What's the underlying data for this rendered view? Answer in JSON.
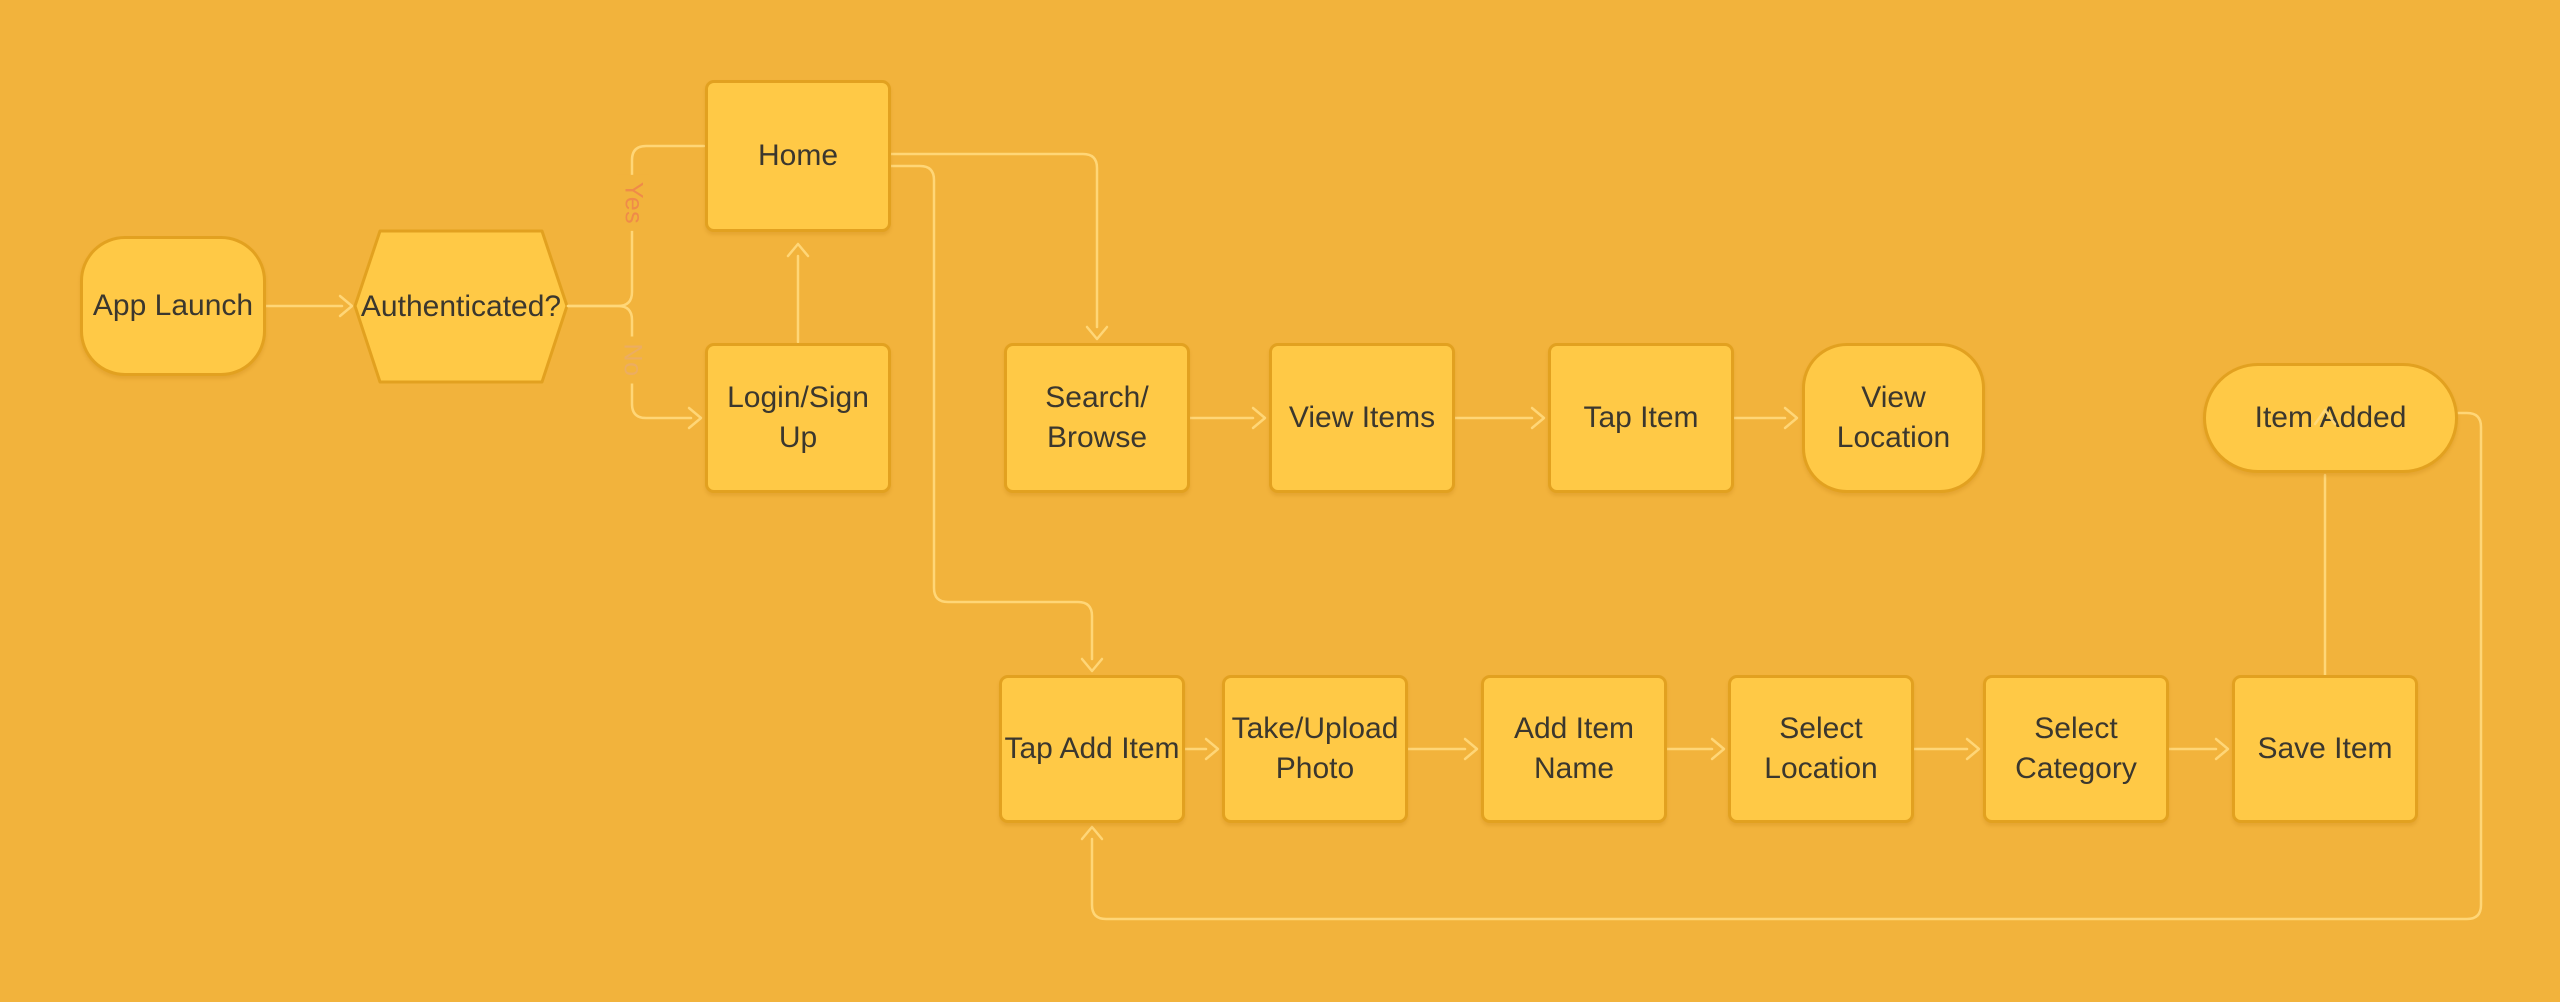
{
  "theme": {
    "bg": "#F2B33C",
    "node_fill": "#FFC946",
    "node_border": "#E2A120",
    "connector": "#FFD87A",
    "text": "#3B372E",
    "yes_label": "#EF8B49",
    "no_label": "#ECAD61"
  },
  "nodes": {
    "app_launch": {
      "label": "App Launch"
    },
    "authenticated": {
      "label": "Authenticated?"
    },
    "home": {
      "label": "Home"
    },
    "login_sign_up": {
      "label": "Login/Sign\nUp"
    },
    "search_browse": {
      "label": "Search/\nBrowse"
    },
    "view_items": {
      "label": "View Items"
    },
    "tap_item": {
      "label": "Tap Item"
    },
    "view_location": {
      "label": "View\nLocation"
    },
    "item_added": {
      "label": "Item Added"
    },
    "tap_add_item": {
      "label": "Tap Add Item"
    },
    "take_upload_photo": {
      "label": "Take/Upload\nPhoto"
    },
    "add_item_name": {
      "label": "Add Item\nName"
    },
    "select_location": {
      "label": "Select\nLocation"
    },
    "select_category": {
      "label": "Select\nCategory"
    },
    "save_item": {
      "label": "Save Item"
    }
  },
  "edge_labels": {
    "yes": "Yes",
    "no": "No"
  },
  "edges": [
    {
      "from": "app_launch",
      "to": "authenticated"
    },
    {
      "from": "authenticated",
      "to": "home",
      "label": "Yes"
    },
    {
      "from": "authenticated",
      "to": "login_sign_up",
      "label": "No"
    },
    {
      "from": "login_sign_up",
      "to": "home"
    },
    {
      "from": "home",
      "to": "search_browse"
    },
    {
      "from": "home",
      "to": "tap_add_item"
    },
    {
      "from": "search_browse",
      "to": "view_items"
    },
    {
      "from": "view_items",
      "to": "tap_item"
    },
    {
      "from": "tap_item",
      "to": "view_location"
    },
    {
      "from": "tap_add_item",
      "to": "take_upload_photo"
    },
    {
      "from": "take_upload_photo",
      "to": "add_item_name"
    },
    {
      "from": "add_item_name",
      "to": "select_location"
    },
    {
      "from": "select_location",
      "to": "select_category"
    },
    {
      "from": "select_category",
      "to": "save_item"
    },
    {
      "from": "save_item",
      "to": "item_added"
    },
    {
      "from": "item_added",
      "to": "tap_add_item"
    }
  ]
}
